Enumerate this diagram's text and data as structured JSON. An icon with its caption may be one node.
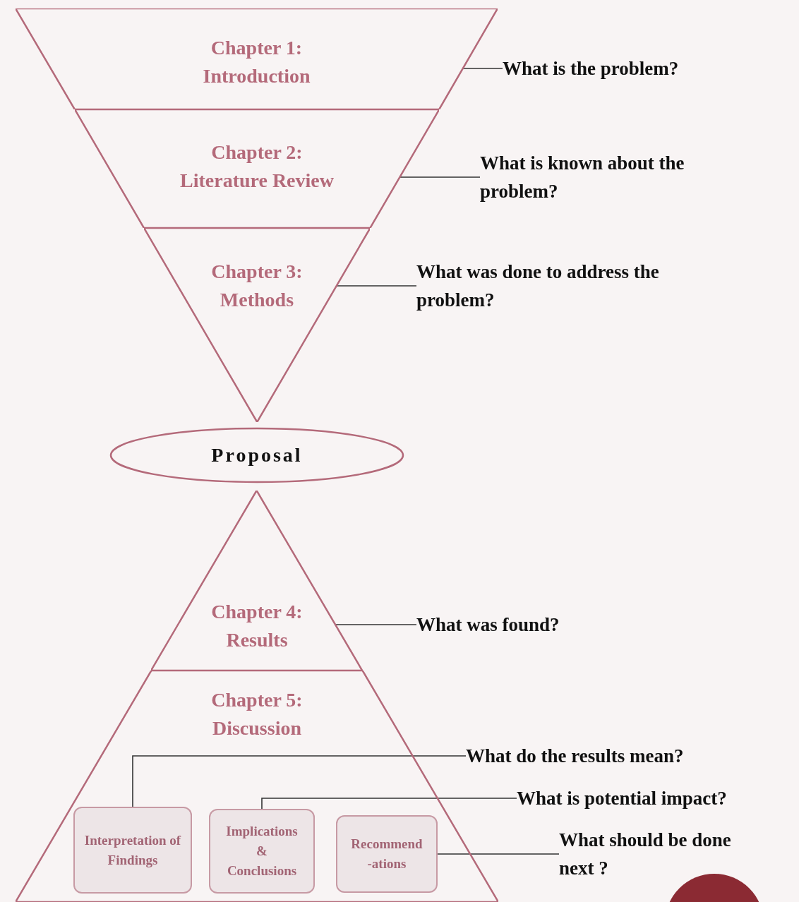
{
  "diagram": {
    "nodes": [
      {
        "text": [
          "Chapter 1: Introduction"
        ]
      },
      {
        "text": [
          "Chapter 2: Literature Review"
        ]
      },
      {
        "text": [
          "Chapter 3: Methods"
        ]
      },
      {
        "text": [
          "Proposal"
        ]
      },
      {
        "text": [
          "Chapter 4: Results"
        ]
      },
      {
        "text": [
          "Chapter 5: Discussion"
        ]
      },
      {
        "text": [
          "Interpretation of Findings"
        ],
        "in": 5
      },
      {
        "text": [
          "Implications & Conclusions"
        ],
        "in": 5
      },
      {
        "text": [
          "Recommend -ations"
        ],
        "in": 5
      },
      {
        "text": [
          "What is the problem?"
        ]
      },
      {
        "text": [
          "What is known about the problem?"
        ]
      },
      {
        "text": [
          "What was done to address the problem?"
        ]
      },
      {
        "text": [
          "What was found?"
        ]
      },
      {
        "text": [
          "What do the results mean?"
        ]
      },
      {
        "text": [
          "What is potential impact?"
        ]
      },
      {
        "text": [
          "What should be done next ?"
        ]
      }
    ],
    "edges": [
      {
        "from": 9,
        "to": 0,
        "arrow": "none"
      },
      {
        "from": 10,
        "to": 1,
        "arrow": "none"
      },
      {
        "from": 11,
        "to": 2,
        "arrow": "none"
      },
      {
        "from": 12,
        "to": 4,
        "arrow": "none"
      },
      {
        "from": 13,
        "to": 6,
        "arrow": "none"
      },
      {
        "from": 14,
        "to": 7,
        "arrow": "none"
      },
      {
        "from": 15,
        "to": 8,
        "arrow": "none"
      }
    ]
  }
}
